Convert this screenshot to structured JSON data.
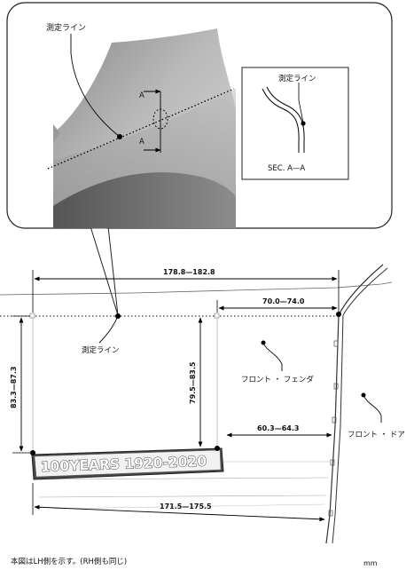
{
  "callout": {
    "measure_label": "測定ライン",
    "section_a_top": "A",
    "section_a_bottom": "A",
    "inset_measure_label": "測定ライン",
    "inset_caption": "SEC. A—A"
  },
  "diagram": {
    "measure_label": "測定ライン",
    "fender_label": "フロント ・ フェンダ",
    "door_label": "フロント ・ ドア",
    "emblem_text": "100YEARS 1920-2020"
  },
  "dimensions": {
    "top_width": "178.8—182.8",
    "right_offset": "70.0—74.0",
    "left_height": "83.3—87.3",
    "inner_height": "79.5—83.5",
    "door_gap": "60.3—64.3",
    "bottom_width": "171.5—175.5"
  },
  "footer": {
    "note": "本図はLH側を示す。(RH側も同じ)",
    "unit": "mm"
  }
}
